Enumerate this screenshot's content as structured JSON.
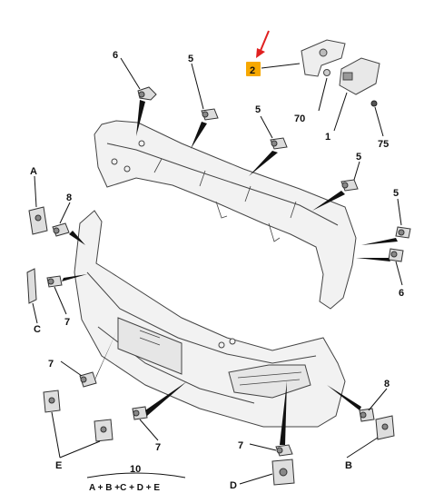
{
  "labels": {
    "n6_a": "6",
    "n5_a": "5",
    "n2": "2",
    "n70": "70",
    "n1": "1",
    "n75": "75",
    "n5_b": "5",
    "n5_c": "5",
    "n5_d": "5",
    "n6_b": "6",
    "nA": "A",
    "n8_a": "8",
    "nC": "C",
    "n7_a": "7",
    "n7_b": "7",
    "n7_c": "7",
    "n8_b": "8",
    "nE": "E",
    "n7_d": "7",
    "nB": "B",
    "nD": "D"
  },
  "formula": {
    "total": "10",
    "expression": "A + B +C + D + E"
  },
  "colors": {
    "highlight": "#f7a800",
    "arrow": "#e02020",
    "line": "#111111",
    "part_fill": "#f2f2f2",
    "part_stroke": "#444444"
  },
  "icons": [
    "pointer-arrow-icon"
  ]
}
